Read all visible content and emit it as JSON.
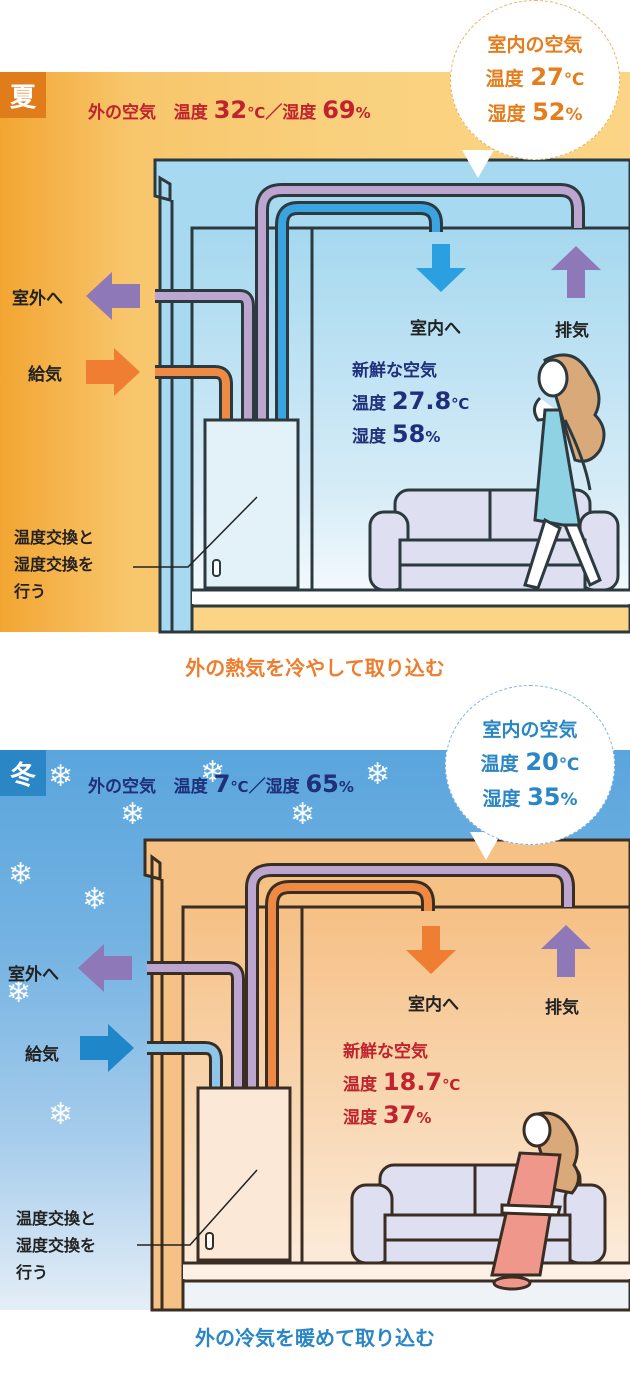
{
  "summer": {
    "season_badge": "夏",
    "outside": {
      "label": "外の空気",
      "temp_prefix": "温度",
      "temp_value": "32",
      "temp_unit": "℃",
      "separator": "／",
      "humidity_prefix": "湿度",
      "humidity_value": "69",
      "humidity_unit": "%"
    },
    "indoor_bubble": {
      "title": "室内の空気",
      "temp_prefix": "温度",
      "temp_value": "27",
      "temp_unit": "℃",
      "humidity_prefix": "湿度",
      "humidity_value": "52",
      "humidity_unit": "%"
    },
    "labels": {
      "to_outside": "室外へ",
      "supply": "給気",
      "to_indoor": "室内へ",
      "exhaust": "排気",
      "exchange_line1": "温度交換と",
      "exchange_line2": "湿度交換を",
      "exchange_line3": "行う"
    },
    "fresh_air": {
      "title": "新鮮な空気",
      "temp_prefix": "温度",
      "temp_value": "27.8",
      "temp_unit": "℃",
      "humidity_prefix": "湿度",
      "humidity_value": "58",
      "humidity_unit": "%"
    },
    "caption": "外の熱気を冷やして取り込む",
    "colors": {
      "accent": "#e47e1d",
      "outside_text": "#c0232e",
      "fresh_text": "#1f2f7a",
      "supply_pipe": "#ef8a44",
      "fresh_pipe": "#3aa4e0",
      "exhaust_pipe": "#bca6cf",
      "room_bg": "#a9daf0"
    }
  },
  "winter": {
    "season_badge": "冬",
    "outside": {
      "label": "外の空気",
      "temp_prefix": "温度",
      "temp_value": "7",
      "temp_unit": "℃",
      "separator": "／",
      "humidity_prefix": "湿度",
      "humidity_value": "65",
      "humidity_unit": "%"
    },
    "indoor_bubble": {
      "title": "室内の空気",
      "temp_prefix": "温度",
      "temp_value": "20",
      "temp_unit": "℃",
      "humidity_prefix": "湿度",
      "humidity_value": "35",
      "humidity_unit": "%"
    },
    "labels": {
      "to_outside": "室外へ",
      "supply": "給気",
      "to_indoor": "室内へ",
      "exhaust": "排気",
      "exchange_line1": "温度交換と",
      "exchange_line2": "湿度交換を",
      "exchange_line3": "行う"
    },
    "fresh_air": {
      "title": "新鮮な空気",
      "temp_prefix": "温度",
      "temp_value": "18.7",
      "temp_unit": "℃",
      "humidity_prefix": "湿度",
      "humidity_value": "37",
      "humidity_unit": "%"
    },
    "caption": "外の冷気を暖めて取り込む",
    "colors": {
      "accent": "#2a86c5",
      "outside_text": "#1f2f7a",
      "fresh_text": "#c0232e",
      "supply_pipe": "#8cc6ea",
      "fresh_pipe": "#ef8a44",
      "exhaust_pipe": "#bca6cf",
      "room_bg": "#f6c48a"
    }
  }
}
